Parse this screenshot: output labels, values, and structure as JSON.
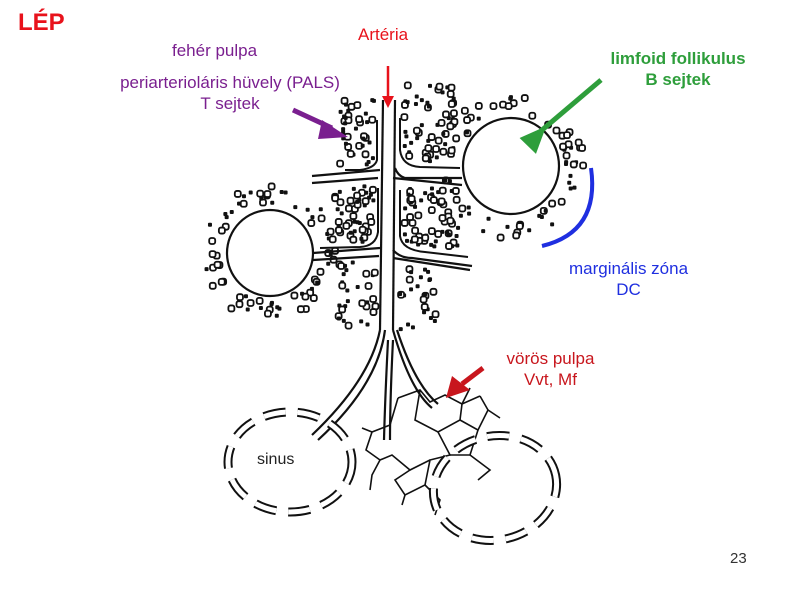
{
  "slide": {
    "title": "LÉP",
    "page_number": "23"
  },
  "labels": {
    "white_pulp": "fehér pulpa",
    "pals_line1": "periarterioláris hüvely (PALS)",
    "pals_line2": "T sejtek",
    "arteria": "Artéria",
    "follicle_line1": "limfoid follikulus",
    "follicle_line2": "B sejtek",
    "marginal_line1": "marginális zóna",
    "marginal_line2": "DC",
    "red_pulp_line1": "vörös pulpa",
    "red_pulp_line2": "Vvt, Mf",
    "sinus": "sinus"
  },
  "colors": {
    "title": "#e8121b",
    "pals": "#7a1f8f",
    "arteria": "#e8121b",
    "follicle": "#2e9e3b",
    "marginal": "#1f2fe0",
    "red_pulp": "#c8161d"
  }
}
